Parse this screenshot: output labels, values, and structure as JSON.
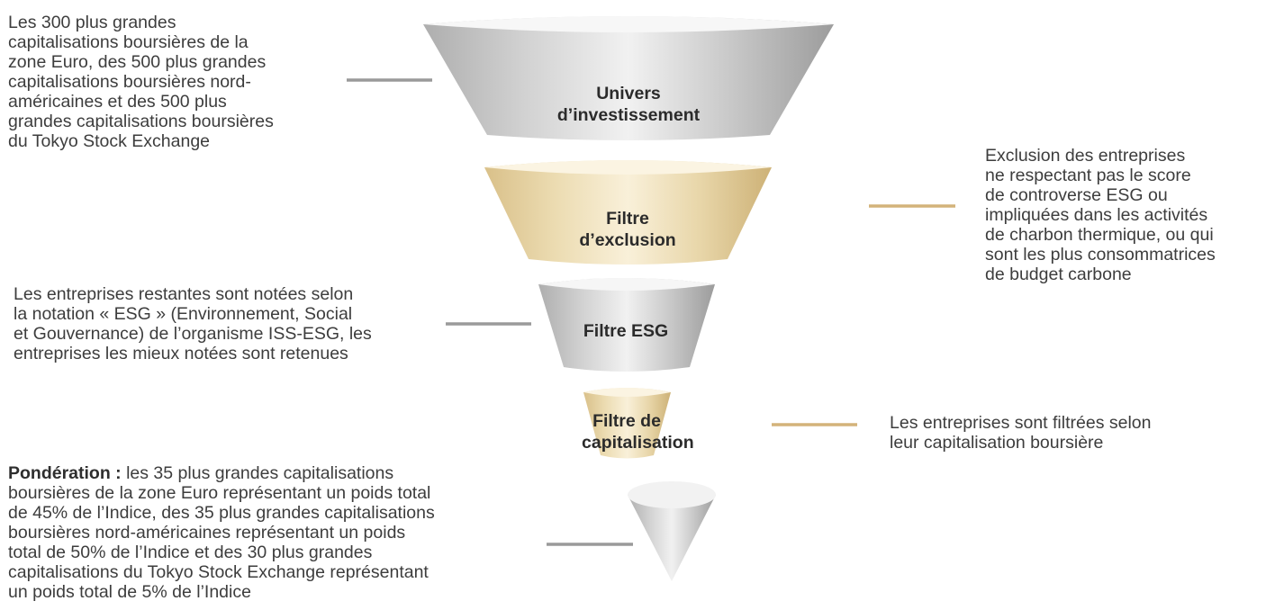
{
  "colors": {
    "grey_connector": "#9a9a9a",
    "gold_connector": "#d3b37a",
    "grey_band": [
      "#aeaeae",
      "#d2d2d2",
      "#f1f1f1",
      "#c8c8c8",
      "#9c9c9c"
    ],
    "gold_band": [
      "#d9c089",
      "#ecdcb2",
      "#f9f0d9",
      "#e8d6a9",
      "#cdb176"
    ]
  },
  "stages": [
    {
      "label": "Univers d’investissement",
      "tone": "grey"
    },
    {
      "label": "Filtre d’exclusion",
      "tone": "gold"
    },
    {
      "label": "Filtre ESG",
      "tone": "grey"
    },
    {
      "label": "Filtre de\ncapitalisation",
      "tone": "gold"
    },
    {
      "label": "",
      "tone": "grey"
    }
  ],
  "notes": {
    "univers": "Les 300 plus grandes\ncapitalisations boursières de la\nzone Euro, des 500 plus grandes\ncapitalisations boursières nord-\naméricaines et des 500 plus\ngrandes capitalisations boursières\ndu Tokyo Stock Exchange",
    "exclusion": "Exclusion des entreprises\nne respectant pas le score\nde controverse ESG ou\nimpliquées dans les activités\nde charbon thermique, ou qui\nsont les plus consommatrices\nde budget carbone",
    "esg": "Les entreprises restantes sont notées selon\nla notation « ESG » (Environnement, Social\net Gouvernance) de l’organisme ISS-ESG, les\nentreprises les mieux notées sont retenues",
    "capitalisation": "Les entreprises sont filtrées selon\nleur capitalisation boursière",
    "ponderation_bold": "Pondération :",
    "ponderation_text": " les 35 plus grandes capitalisations\nboursières de la zone Euro représentant un poids total\nde 45% de l’Indice, des 35 plus grandes capitalisations\nboursières nord-américaines représentant un poids\ntotal de 50% de l’Indice et des 30 plus grandes\ncapitalisations du Tokyo Stock Exchange représentant\nun poids total de 5% de l’Indice"
  }
}
